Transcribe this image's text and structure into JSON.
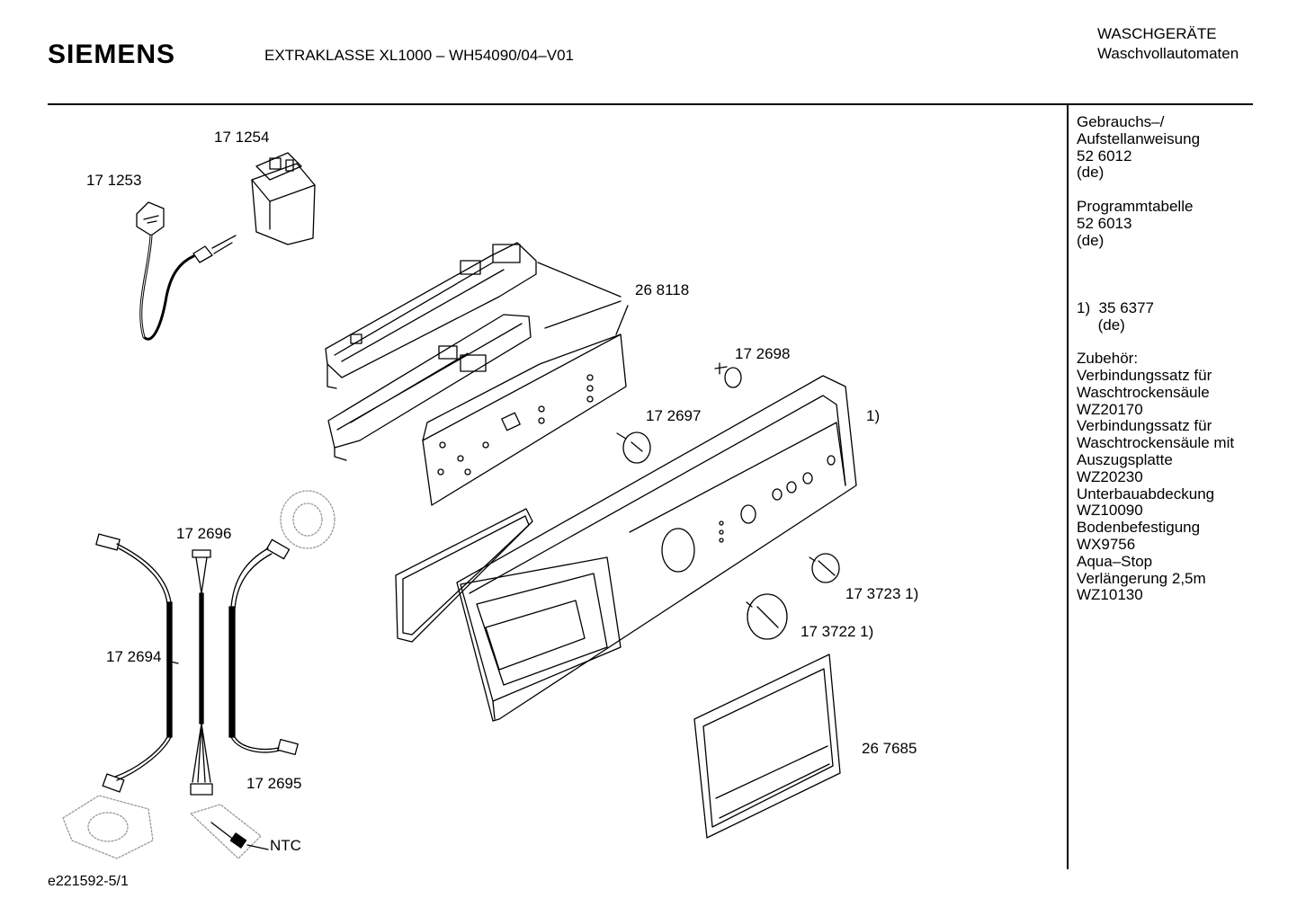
{
  "header": {
    "brand": "SIEMENS",
    "model": "EXTRAKLASSE XL1000 – WH54090/04–V01",
    "category_line1": "WASCHGERÄTE",
    "category_line2": "Waschvollautomaten"
  },
  "sidebar": {
    "lines": [
      "Gebrauchs–/",
      "Aufstellanweisung",
      "52 6012",
      "(de)",
      "",
      "Programmtabelle",
      "52 6013",
      "(de)",
      "",
      "",
      "",
      "1)  35 6377",
      "     (de)",
      "",
      "Zubehör:",
      "Verbindungssatz für",
      "Waschtrockensäule",
      "WZ20170",
      "Verbindungssatz für",
      "Waschtrockensäule mit",
      "Auszugsplatte",
      "WZ20230",
      "Unterbauabdeckung",
      "WZ10090",
      "Bodenbefestigung",
      "WX9756",
      "Aqua–Stop",
      "Verlängerung 2,5m",
      "WZ10130"
    ]
  },
  "parts": {
    "p171254": "17 1254",
    "p171253": "17 1253",
    "p268118": "26 8118",
    "p172698": "17 2698",
    "p172697": "17 2697",
    "p_panel": "1)",
    "p172696": "17 2696",
    "p172694": "17 2694",
    "p172695": "17 2695",
    "p173723": "17 3723 1)",
    "p173722": "17 3722 1)",
    "p267685": "26 7685",
    "p_ntc": "NTC"
  },
  "footer": {
    "doc_id": "e221592-5/1"
  }
}
